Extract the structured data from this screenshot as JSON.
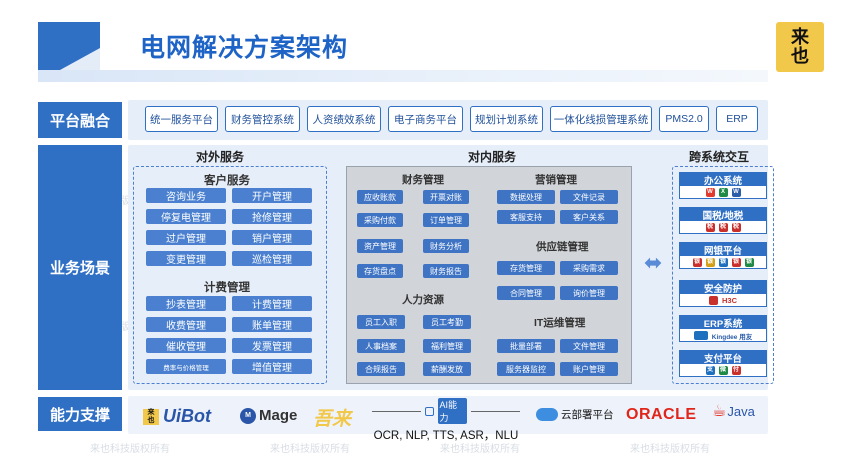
{
  "title": "电网解决方案架构",
  "logo": {
    "line1": "来",
    "line2": "也"
  },
  "watermark": "来也科技版权所有",
  "rows": {
    "platform": "平台融合",
    "business": "业务场景",
    "capability": "能力支撑"
  },
  "platform_items": [
    "统一服务平台",
    "财务管控系统",
    "人资绩效系统",
    "电子商务平台",
    "规划计划系统",
    "一体化线损管理系统",
    "PMS2.0",
    "ERP"
  ],
  "external": {
    "title": "对外服务",
    "customer": {
      "title": "客户服务",
      "items": [
        "咨询业务",
        "开户管理",
        "停复电管理",
        "抢修管理",
        "过户管理",
        "销户管理",
        "变更管理",
        "巡检管理"
      ]
    },
    "billing": {
      "title": "计费管理",
      "items": [
        "抄表管理",
        "计费管理",
        "收费管理",
        "账单管理",
        "催收管理",
        "发票管理",
        "费率与价格管理",
        "增值管理"
      ]
    }
  },
  "internal": {
    "title": "对内服务",
    "finance": {
      "title": "财务管理",
      "items": [
        "应收账款",
        "开票对账",
        "采购付款",
        "订单管理",
        "资产管理",
        "财务分析",
        "存货盘点",
        "财务报告"
      ]
    },
    "marketing": {
      "title": "营销管理",
      "items": [
        "数据处理",
        "文件记录",
        "客服支持",
        "客户关系"
      ]
    },
    "supply": {
      "title": "供应链管理",
      "items": [
        "存货管理",
        "采购需求",
        "合同管理",
        "询价管理"
      ]
    },
    "hr": {
      "title": "人力资源",
      "items": [
        "员工入职",
        "员工考勤",
        "人事档案",
        "福利管理",
        "合规报告",
        "薪酬发放"
      ]
    },
    "it": {
      "title": "IT运维管理",
      "items": [
        "批量部署",
        "文件管理",
        "服务器监控",
        "账户管理"
      ]
    }
  },
  "cross": {
    "title": "跨系统交互",
    "systems": [
      {
        "name": "办公系统",
        "icons": [
          "W",
          "X",
          "W"
        ]
      },
      {
        "name": "国税/地税",
        "icons": [
          "税",
          "税",
          "税"
        ]
      },
      {
        "name": "网银平台",
        "icons": [
          "银",
          "银",
          "银",
          "银",
          "银"
        ]
      },
      {
        "name": "安全防护",
        "text": "H3C"
      },
      {
        "name": "ERP系统",
        "text": "Kingdee 用友"
      },
      {
        "name": "支付平台",
        "icons": [
          "支",
          "微",
          "付"
        ]
      }
    ]
  },
  "capability": {
    "uibot": "UiBot",
    "mage": "Mage",
    "brand3": "吾来",
    "ai_label": "AI能力",
    "ai_text": "OCR, NLP, TTS, ASR，NLU",
    "cloud": "云部署平台",
    "oracle": "ORACLE",
    "java": "Java"
  },
  "colors": {
    "primary": "#2f6fc4",
    "pill": "#4a80cf",
    "panel": "#e6eef9",
    "grey": "#d1d4d8",
    "oracle": "#e0261b",
    "brand3": "#f2c84b"
  }
}
